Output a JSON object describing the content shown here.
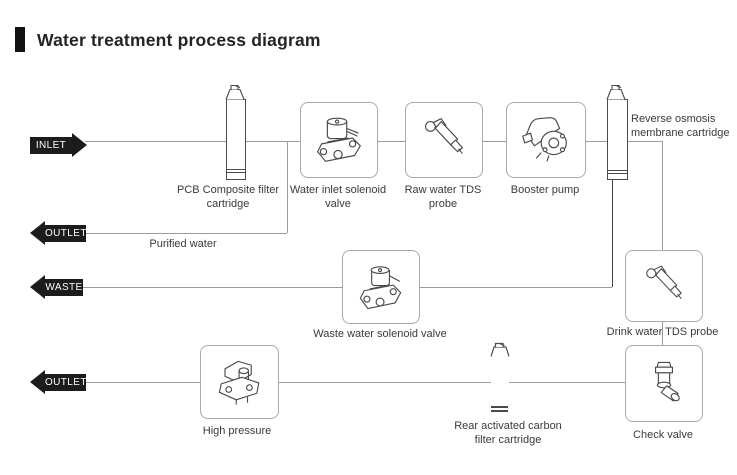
{
  "page": {
    "title": "Water treatment process diagram"
  },
  "flow_labels": {
    "inlet": "INLET",
    "outlet_purified": "OUTLET",
    "waste": "WASTE",
    "outlet_drink": "OUTLET"
  },
  "annotations": {
    "purified_water": "Purified water"
  },
  "components": {
    "pcb_filter": {
      "label": "PCB Composite filter cartridge"
    },
    "inlet_solenoid": {
      "label": "Water inlet solenoid valve"
    },
    "raw_tds_probe": {
      "label": "Raw water TDS probe"
    },
    "booster_pump": {
      "label": "Booster pump"
    },
    "ro_membrane": {
      "label": "Reverse osmosis membrane cartridge"
    },
    "waste_solenoid": {
      "label": "Waste water solenoid valve"
    },
    "drink_tds_probe": {
      "label": "Drink water TDS probe"
    },
    "check_valve": {
      "label": "Check valve"
    },
    "rear_carbon_filter": {
      "label": "Rear activated carbon filter cartridge"
    },
    "high_pressure": {
      "label": "High pressure"
    }
  },
  "colors": {
    "pipe_line": "#9b9b9b",
    "dark_pipe": "#3f3f3f",
    "box_border": "#a9a9a9",
    "drawing_stroke": "#4a4a4a",
    "arrow_fill": "#1c1c1c",
    "title_text": "#242424",
    "label_text": "#3a3a3a"
  }
}
